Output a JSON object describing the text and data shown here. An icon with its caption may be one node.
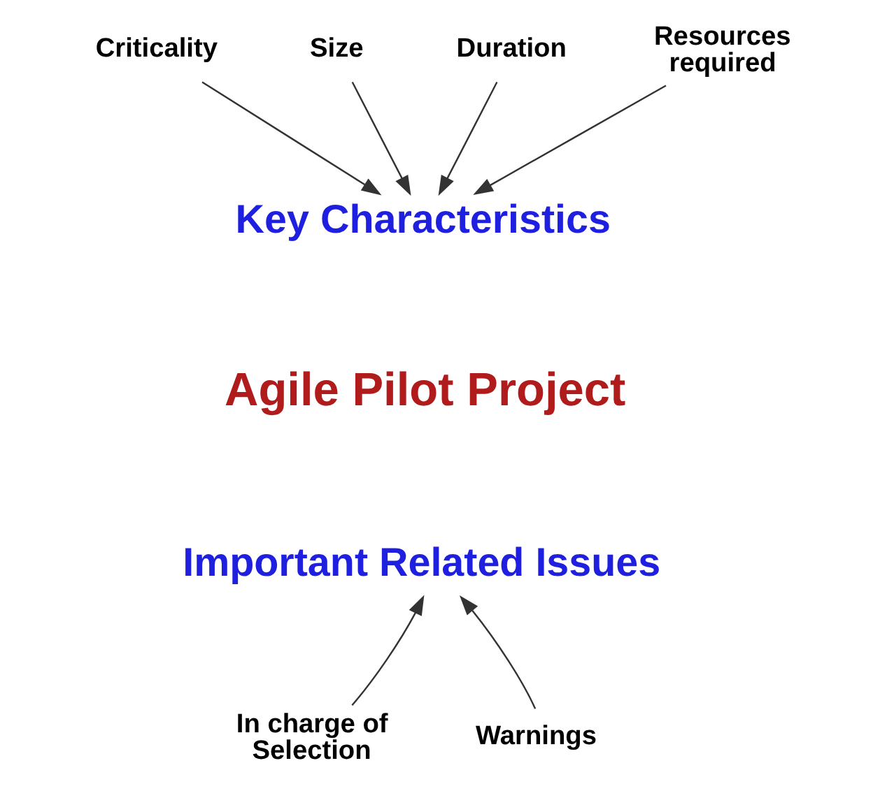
{
  "diagram": {
    "nodes": [
      {
        "text": [
          "Criticality"
        ]
      },
      {
        "text": [
          "Size"
        ]
      },
      {
        "text": [
          "Duration"
        ]
      },
      {
        "text": [
          "Resources required"
        ]
      },
      {
        "text": [
          "Key Characteristics"
        ]
      },
      {
        "text": [
          "Important Related Issues"
        ]
      },
      {
        "text": [
          "In charge of Selection"
        ]
      },
      {
        "text": [
          "Warnings"
        ]
      }
    ],
    "edges": [
      {
        "from": 0,
        "to": 4,
        "arrow": "to"
      },
      {
        "from": 1,
        "to": 4,
        "arrow": "to"
      },
      {
        "from": 2,
        "to": 4,
        "arrow": "to"
      },
      {
        "from": 3,
        "to": 4,
        "arrow": "to"
      },
      {
        "from": 6,
        "to": 5,
        "arrow": "to"
      },
      {
        "from": 7,
        "to": 5,
        "arrow": "to"
      }
    ],
    "labels": [
      "Agile Pilot Project"
    ]
  }
}
